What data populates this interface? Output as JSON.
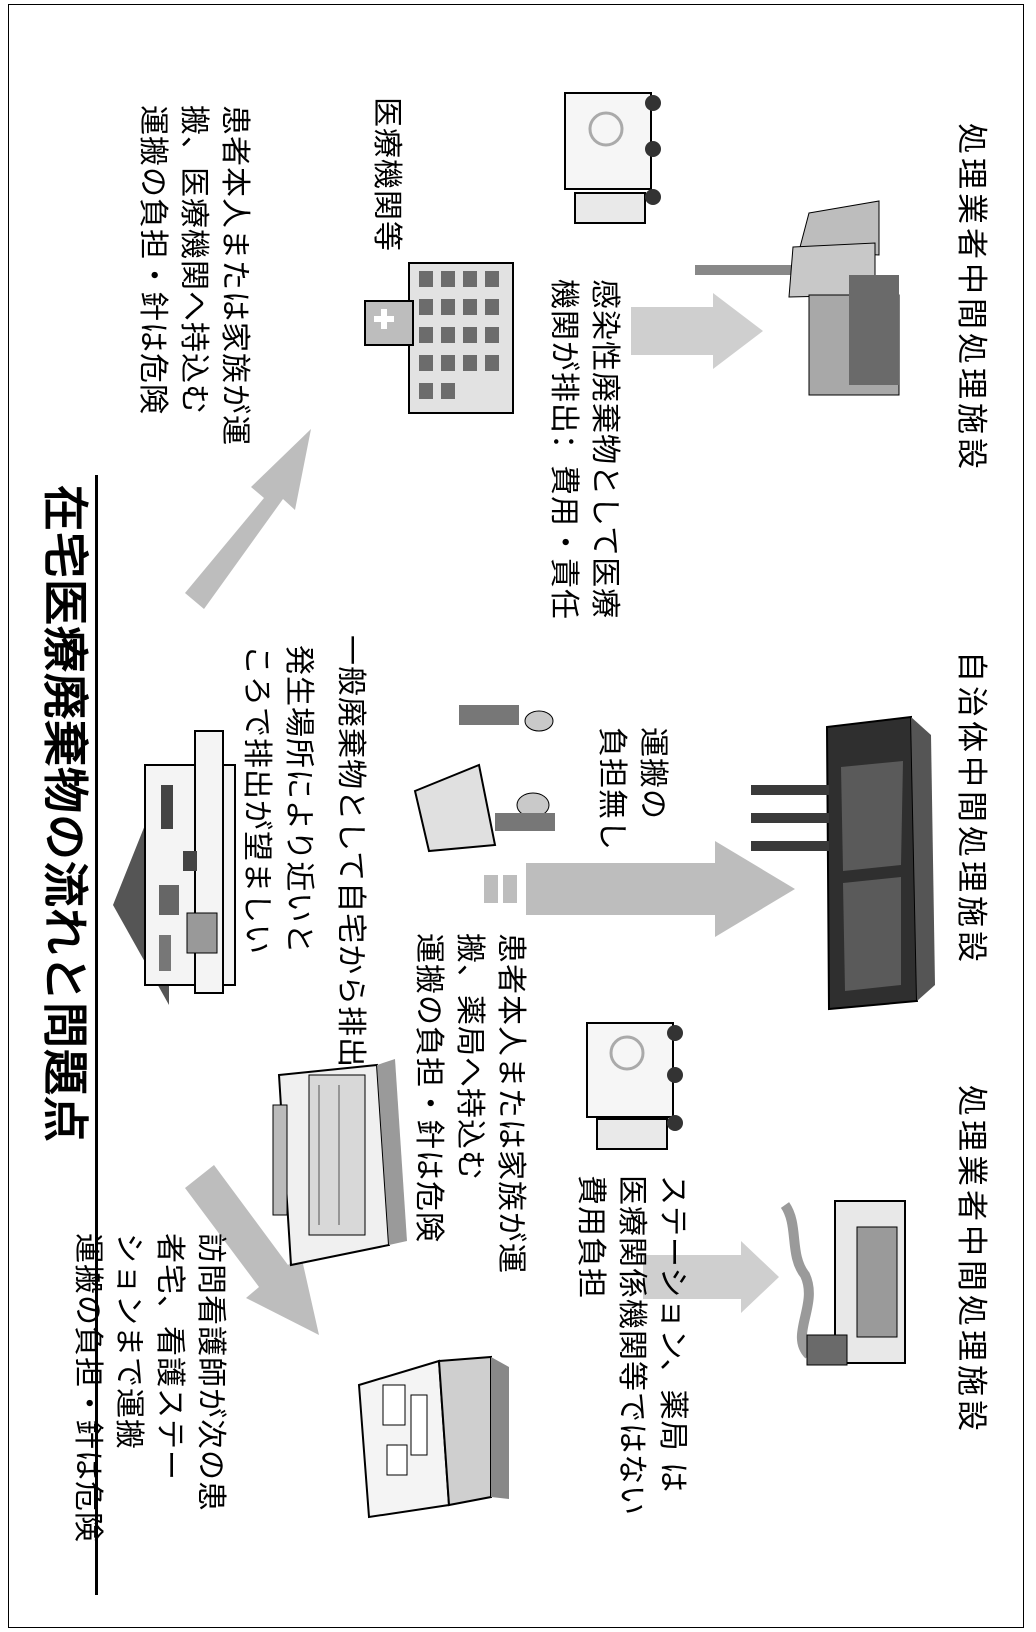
{
  "title": "在宅医療廃棄物の流れと問題点",
  "patient_home": {
    "label_line1": "一般廃棄物として自宅から排出",
    "note_lines": [
      "発生場所により近いと",
      "ころで排出が望ましい"
    ]
  },
  "nurse_route": {
    "lines": [
      "訪問看護師が次の患",
      "者宅、看護ステー",
      "ションまで運搬",
      "運搬の負担・針は危険"
    ]
  },
  "pharmacy_route": {
    "lines": [
      "患者本人または家族が運",
      "搬、薬局へ持込む",
      "運搬の負担・針は危険"
    ]
  },
  "station_note": {
    "lines": [
      "ステーション、薬局 は",
      "医療関係機関等ではない",
      "費用負担"
    ]
  },
  "medical_route": {
    "lines": [
      "患者本人または家族が運",
      "搬、医療機関へ持込む",
      "運搬の負担・針は危険"
    ]
  },
  "medical_institution_label": "医療機関等",
  "infectious_note": {
    "lines": [
      "感染性廃棄物として医療",
      "機関が排出：費用・責任"
    ]
  },
  "municipal_note": {
    "lines": [
      "運搬の",
      "負担無し"
    ]
  },
  "facilities": {
    "contractor_left": "処理業者中間処理施設",
    "municipal": "自治体中間処理施設",
    "contractor_right": "処理業者中間処理施設"
  },
  "colors": {
    "arrow": "#bdbdbd",
    "building_dark": "#2e2e2e",
    "building_mid": "#8a8a8a",
    "building_light": "#e6e6e6",
    "line": "#000000"
  }
}
